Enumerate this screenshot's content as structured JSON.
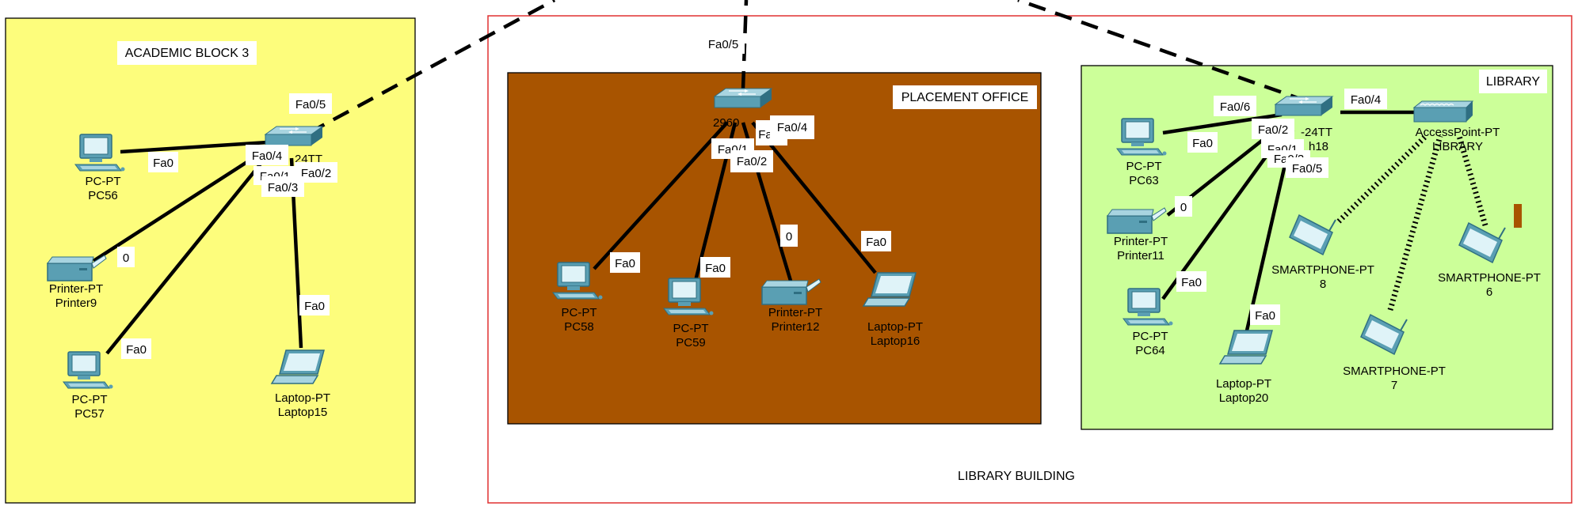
{
  "areas": {
    "academic": {
      "title": "ACADEMIC BLOCK 3",
      "fill": "#fdfd7c",
      "border": "#000000"
    },
    "library_building": {
      "title": "LIBRARY BUILDING",
      "border": "#e03030"
    },
    "placement": {
      "title": "PLACEMENT OFFICE",
      "fill": "#a85400",
      "border": "#000000"
    },
    "library": {
      "title": "LIBRARY",
      "fill": "#ccff99",
      "border": "#000000"
    }
  },
  "devices": {
    "pc56": {
      "type": "PC-PT",
      "name": "PC56",
      "icon": "pc-icon"
    },
    "printer9": {
      "type": "Printer-PT",
      "name": "Printer9",
      "icon": "printer-icon"
    },
    "pc57": {
      "type": "PC-PT",
      "name": "PC57",
      "icon": "pc-icon"
    },
    "laptop15": {
      "type": "Laptop-PT",
      "name": "Laptop15",
      "icon": "laptop-icon"
    },
    "switch_acad": {
      "label": "24TT",
      "icon": "switch-icon"
    },
    "switch_place": {
      "label": "2960",
      "icon": "switch-icon"
    },
    "pc58": {
      "type": "PC-PT",
      "name": "PC58",
      "icon": "pc-icon"
    },
    "pc59": {
      "type": "PC-PT",
      "name": "PC59",
      "icon": "pc-icon"
    },
    "printer12": {
      "type": "Printer-PT",
      "name": "Printer12",
      "icon": "printer-icon"
    },
    "laptop16": {
      "type": "Laptop-PT",
      "name": "Laptop16",
      "icon": "laptop-icon"
    },
    "switch_lib": {
      "label_line1": "-24TT",
      "label_line2": "h18",
      "icon": "switch-icon"
    },
    "ap_lib": {
      "type": "AccessPoint-PT",
      "name": "LIBRARY",
      "icon": "access-point-icon"
    },
    "pc63": {
      "type": "PC-PT",
      "name": "PC63",
      "icon": "pc-icon"
    },
    "printer11": {
      "type": "Printer-PT",
      "name": "Printer11",
      "icon": "printer-icon"
    },
    "pc64": {
      "type": "PC-PT",
      "name": "PC64",
      "icon": "pc-icon"
    },
    "laptop20": {
      "type": "Laptop-PT",
      "name": "Laptop20",
      "icon": "laptop-icon"
    },
    "phone8": {
      "type": "SMARTPHONE-PT",
      "name": "8",
      "icon": "smartphone-icon"
    },
    "phone6": {
      "type": "SMARTPHONE-PT",
      "name": "6",
      "icon": "smartphone-icon"
    },
    "phone7": {
      "type": "SMARTPHONE-PT",
      "name": "7",
      "icon": "smartphone-icon"
    }
  },
  "ports": {
    "acad_uplink": "Fa0/5",
    "acad_sw_fa04": "Fa0/4",
    "acad_sw_fa01": "Fa0/1",
    "acad_sw_fa02": "Fa0/2",
    "acad_sw_fa03": "Fa0/3",
    "pc56_fa0": "Fa0",
    "printer9_0": "0",
    "pc57_fa0": "Fa0",
    "laptop15_fa0": "Fa0",
    "place_uplink": "Fa0/5",
    "place_sw_fa04": "Fa0/4",
    "place_sw_fa0x": "Fa",
    "place_sw_fa01": "Fa0/1",
    "place_sw_fa02": "Fa0/2",
    "pc58_fa0": "Fa0",
    "pc59_fa0": "Fa0",
    "printer12_0": "0",
    "laptop16_fa0": "Fa0",
    "lib_sw_fa06": "Fa0/6",
    "lib_sw_fa04": "Fa0/4",
    "lib_sw_fa02": "Fa0/2",
    "lib_sw_fa01": "Fa0/1",
    "lib_sw_fa03": "Fa0/3",
    "lib_sw_fa05": "Fa0/5",
    "pc63_fa0": "Fa0",
    "printer11_0": "0",
    "pc64_fa0": "Fa0",
    "laptop20_fa0": "Fa0"
  },
  "colors": {
    "device_body": "#5a9fb3",
    "device_dark": "#2f6f82",
    "device_light": "#a8d4e0",
    "cable": "#000000",
    "label_box": "#ffffff"
  }
}
